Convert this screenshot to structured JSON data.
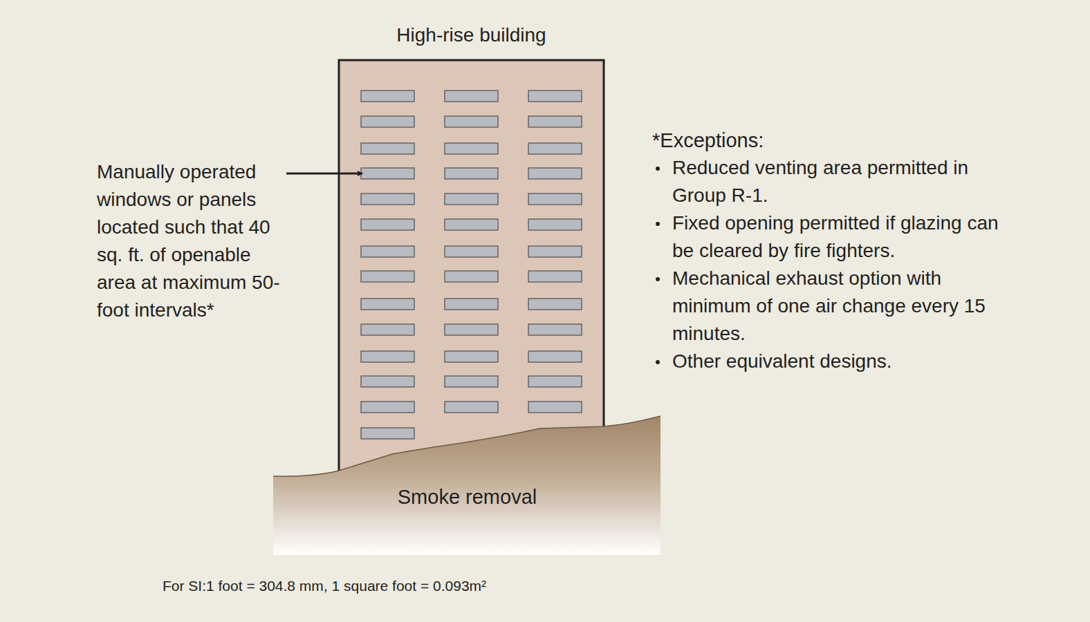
{
  "diagram": {
    "nodes": [
      {
        "text": [
          "High-rise building"
        ]
      },
      {
        "text": [
          "Smoke removal"
        ]
      }
    ],
    "labels": [
      "Manually operated windows or panels located such that 40 sq. ft. of openable area at maximum 50-foot intervals*",
      "*Exceptions:",
      "Reduced venting area permitted in Group R-1.",
      "Fixed opening permitted if glazing can be cleared by fire fighters.",
      "Mechanical exhaust option with minimum of one air change every 15 minutes.",
      "Other equivalent designs.",
      "For SI:1 foot = 304.8 mm, 1 square foot = 0.093m²"
    ]
  }
}
